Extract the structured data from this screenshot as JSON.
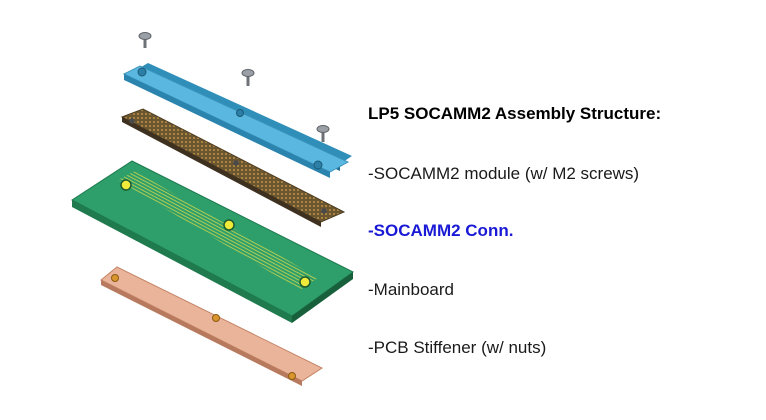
{
  "diagram": {
    "title": "LP5 SOCAMM2 Assembly Structure:",
    "items": [
      {
        "label": "-SOCAMM2 module (w/ M2 screws)",
        "highlight": false
      },
      {
        "label": "-SOCAMM2 Conn.",
        "highlight": true
      },
      {
        "label": "-Mainboard",
        "highlight": false
      },
      {
        "label": "-PCB Stiffener (w/ nuts)",
        "highlight": false
      }
    ],
    "colors": {
      "module": "#5ab8e0",
      "connector": "#8a6a3c",
      "mainboard": "#2e9e6a",
      "stiffener": "#eab49a",
      "highlight_text": "#1a1ad6"
    }
  }
}
